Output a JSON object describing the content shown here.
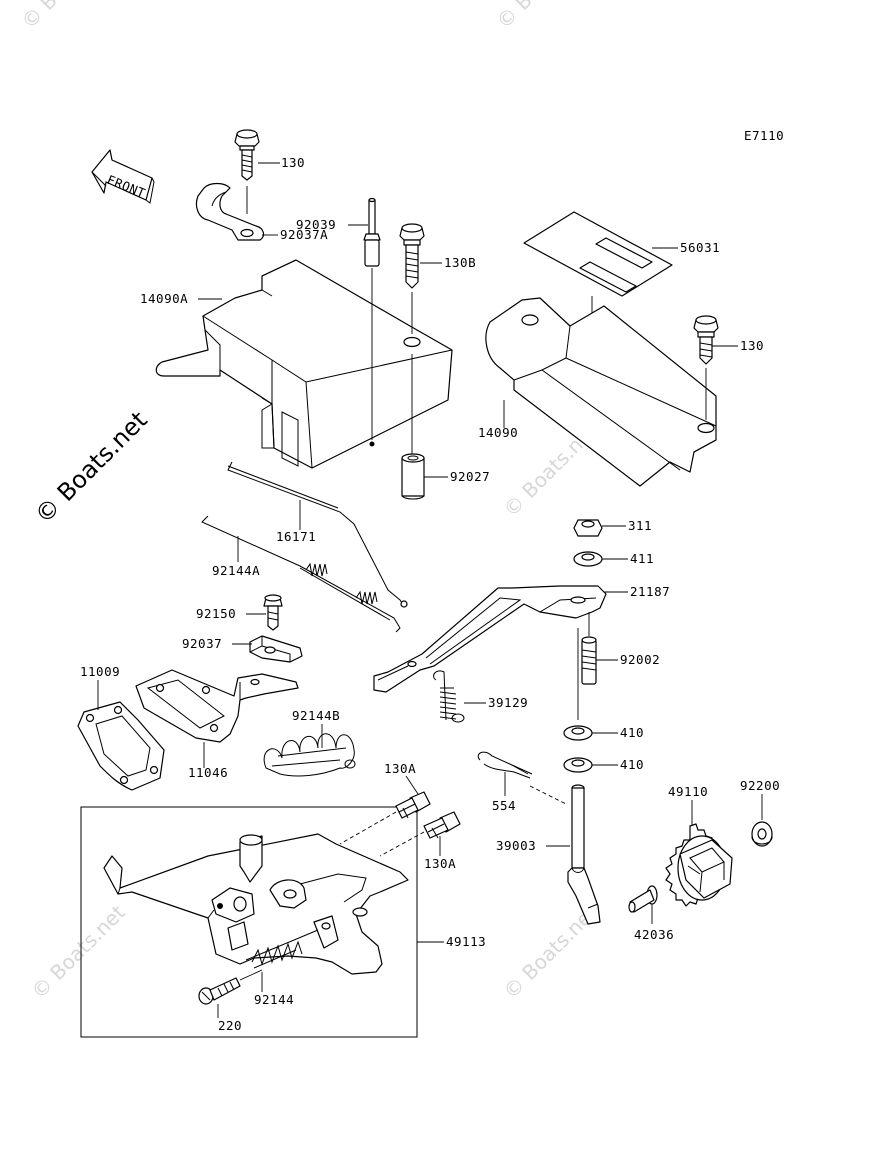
{
  "figure_code": "E7110",
  "direction_label": "FRONT",
  "watermark_main": "© Boats.net",
  "watermark_faint": "© Boats.net",
  "callouts": [
    "130",
    "92037A",
    "92039",
    "130B",
    "56031",
    "14090A",
    "130",
    "14090",
    "92027",
    "16171",
    "92144A",
    "311",
    "411",
    "21187",
    "92150",
    "92037",
    "92002",
    "11009",
    "39129",
    "92144B",
    "410",
    "410",
    "130A",
    "11046",
    "554",
    "49110",
    "92200",
    "39003",
    "130A",
    "49113",
    "42036",
    "92144",
    "220"
  ]
}
